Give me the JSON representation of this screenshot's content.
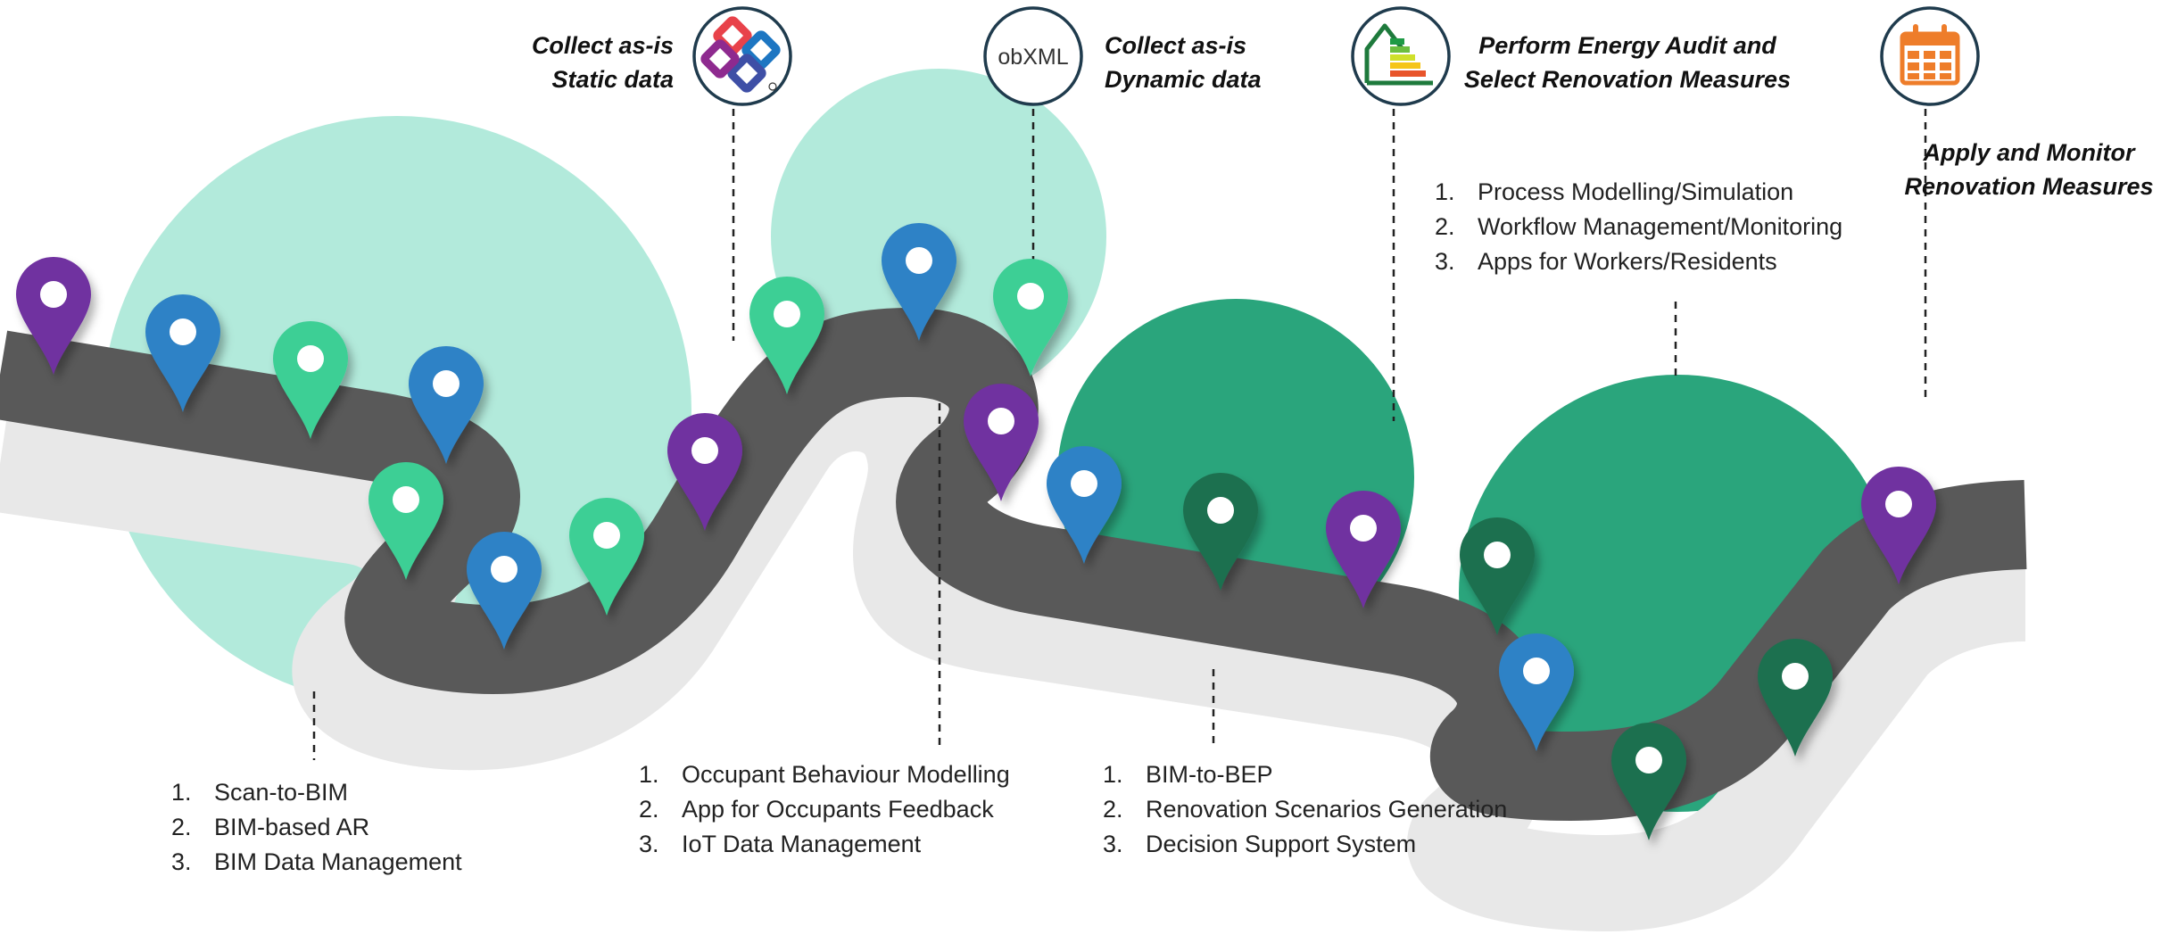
{
  "stages": [
    {
      "id": "static",
      "title_lines": [
        "Collect as-is",
        "Static data"
      ],
      "icon": "ifc-logo-icon"
    },
    {
      "id": "dynamic",
      "title_lines": [
        "Collect as-is",
        "Dynamic data"
      ],
      "icon": "obxml-icon",
      "icon_text": "obXML"
    },
    {
      "id": "audit",
      "title_lines": [
        "Perform Energy Audit and",
        "Select Renovation Measures"
      ],
      "icon": "energy-label-house-icon"
    },
    {
      "id": "monitor",
      "title_lines": [
        "Apply and Monitor",
        "Renovation Measures"
      ],
      "icon": "calendar-icon"
    }
  ],
  "tool_groups": [
    {
      "id": "static",
      "items": [
        "Scan-to-BIM",
        "BIM-based AR",
        "BIM Data Management"
      ]
    },
    {
      "id": "dynamic",
      "items": [
        "Occupant Behaviour Modelling",
        "App for Occupants Feedback",
        "IoT Data Management"
      ]
    },
    {
      "id": "audit",
      "items": [
        "BIM-to-BEP",
        "Renovation Scenarios Generation",
        "Decision Support System"
      ]
    },
    {
      "id": "monitor",
      "items": [
        "Process Modelling/Simulation",
        "Workflow Management/Monitoring",
        "Apps for Workers/Residents"
      ]
    }
  ],
  "colors": {
    "road": "#595959",
    "road_shadow": "#e8e8e8",
    "blob_light": "#b2eadb",
    "blob_dark": "#2aa57c",
    "pin_purple": "#7030a0",
    "pin_blue": "#2e82c6",
    "pin_teal": "#3ccf95",
    "pin_darkgreen": "#1e7050",
    "icon_ring": "#1f3b4d",
    "calendar": "#ee7d2a"
  },
  "pins": [
    {
      "color": "pin_purple"
    },
    {
      "color": "pin_blue"
    },
    {
      "color": "pin_teal"
    },
    {
      "color": "pin_blue"
    },
    {
      "color": "pin_teal"
    },
    {
      "color": "pin_blue"
    },
    {
      "color": "pin_teal"
    },
    {
      "color": "pin_purple"
    },
    {
      "color": "pin_teal"
    },
    {
      "color": "pin_blue"
    },
    {
      "color": "pin_teal"
    },
    {
      "color": "pin_purple"
    },
    {
      "color": "pin_blue"
    },
    {
      "color": "pin_darkgreen"
    },
    {
      "color": "pin_purple"
    },
    {
      "color": "pin_darkgreen"
    },
    {
      "color": "pin_blue"
    },
    {
      "color": "pin_darkgreen"
    },
    {
      "color": "pin_darkgreen"
    },
    {
      "color": "pin_purple"
    }
  ]
}
